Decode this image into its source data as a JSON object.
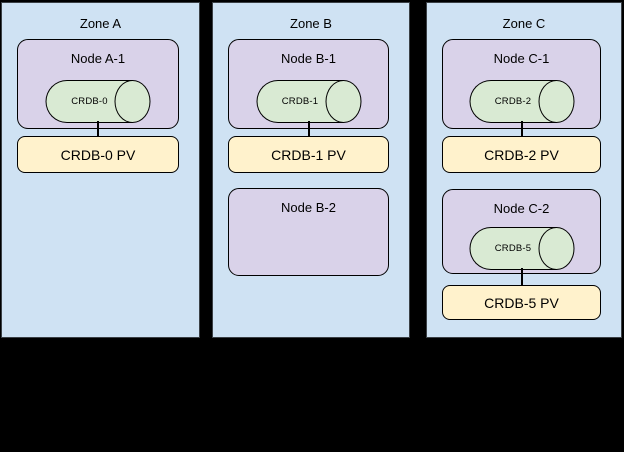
{
  "colors": {
    "canvas_bg": "#000000",
    "zone_fill": "#cfe2f3",
    "zone_border": "#3b4045",
    "node_fill": "#d9d2e9",
    "cyl_fill": "#d9ead3",
    "pv_fill": "#fff2cc",
    "shape_border": "#000000",
    "text": "#000000"
  },
  "zones": [
    {
      "label": "Zone A",
      "node1": {
        "label": "Node A-1",
        "db": "CRDB-0"
      },
      "pv1": {
        "label": "CRDB-0 PV"
      }
    },
    {
      "label": "Zone B",
      "node1": {
        "label": "Node B-1",
        "db": "CRDB-1"
      },
      "pv1": {
        "label": "CRDB-1 PV"
      },
      "node2": {
        "label": "Node B-2"
      }
    },
    {
      "label": "Zone C",
      "node1": {
        "label": "Node C-1",
        "db": "CRDB-2"
      },
      "pv1": {
        "label": "CRDB-2 PV"
      },
      "node2": {
        "label": "Node C-2",
        "db": "CRDB-5"
      },
      "pv2": {
        "label": "CRDB-5 PV"
      }
    }
  ]
}
